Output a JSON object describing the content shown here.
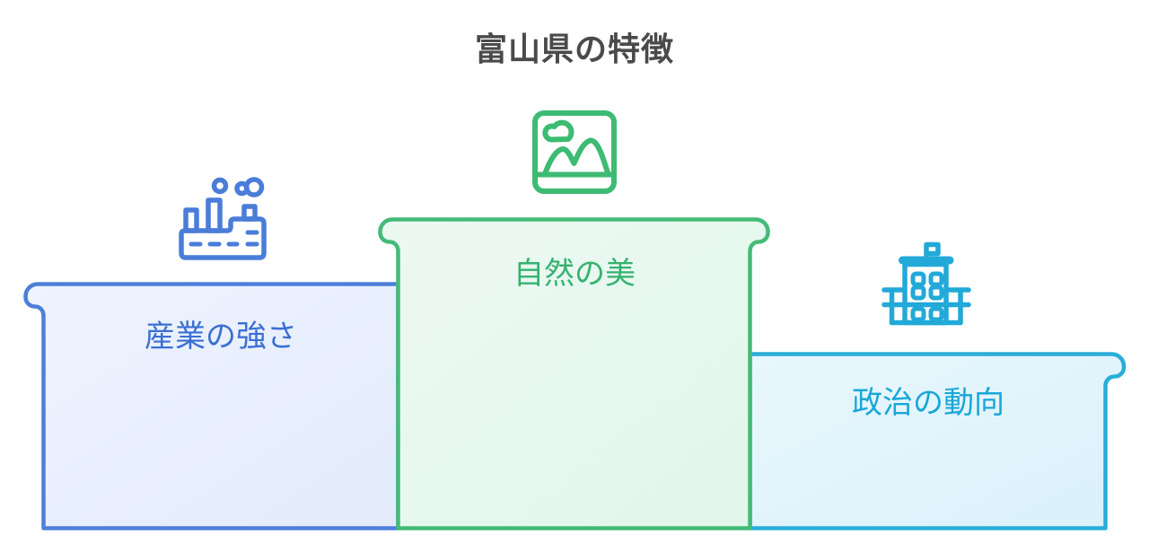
{
  "title": "富山県の特徴",
  "title_color": "#4a4a4a",
  "podium": {
    "items": [
      {
        "id": "industry",
        "label": "産業の強さ",
        "icon": "factory-icon",
        "accent_color": "#4d7fd9",
        "fill_color": "#e9effc",
        "position": "left",
        "height_rank": 2
      },
      {
        "id": "nature",
        "label": "自然の美",
        "icon": "landscape-icon",
        "accent_color": "#44bb77",
        "fill_color": "#e8f8ef",
        "position": "center",
        "height_rank": 1
      },
      {
        "id": "politics",
        "label": "政治の動向",
        "icon": "government-building-icon",
        "accent_color": "#29add8",
        "fill_color": "#e3f5fb",
        "position": "right",
        "height_rank": 3
      }
    ]
  }
}
